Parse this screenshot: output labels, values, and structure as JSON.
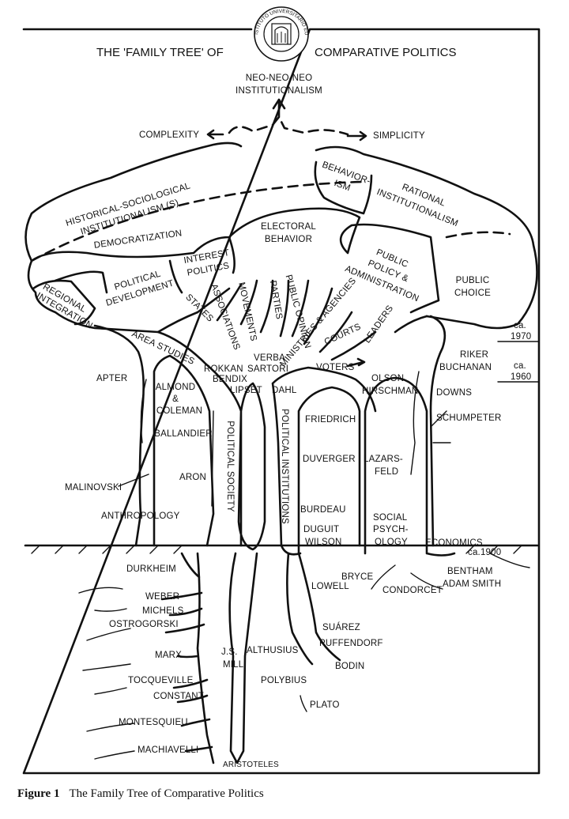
{
  "title": {
    "left": "THE 'FAMILY TREE' OF",
    "right": "COMPARATIVE POLITICS"
  },
  "seal_text": "ISTITUTO UNIVERSITARIO EUROPEO",
  "top": {
    "line1": "NEO-NEO-NEO",
    "line2": "INSTITUTIONALISM",
    "complexity": "COMPLEXITY",
    "simplicity": "SIMPLICITY"
  },
  "canopy": {
    "hsi1": "HISTORICAL-SOCIOLOGICAL",
    "hsi2": "INSTITUTIONALISM (S)",
    "democratization": "DEMOCRATIZATION",
    "beh1": "BEHAVIOR-",
    "beh2": "ISM",
    "ri1": "RATIONAL",
    "ri2": "INSTITUTIONALISM",
    "elec1": "ELECTORAL",
    "elec2": "BEHAVIOR",
    "ip1": "INTEREST",
    "ip2": "POLITICS",
    "pd1": "POLITICAL",
    "pd2": "DEVELOPMENT",
    "ppa1": "PUBLIC",
    "ppa2": "POLICY &",
    "ppa3": "ADMINISTRATION",
    "pc1": "PUBLIC",
    "pc2": "CHOICE",
    "ri_a": "REGIONAL",
    "ri_b": "INTEGRATION"
  },
  "branches": {
    "states": "STATES",
    "associations": "ASSOCIATIONS",
    "movements": "MOVEMENTS",
    "parties": "PARTIES",
    "public_opinion": "PUBLIC OPINION",
    "ministries": "MINISTRIES & AGENCIES",
    "courts": "COURTS",
    "leaders": "LEADERS",
    "voters": "VOTERS",
    "area_studies": "AREA STUDIES"
  },
  "dates": {
    "ca1970a": "ca.",
    "ca1970b": "1970",
    "ca1960a": "ca.",
    "ca1960b": "1960",
    "ca1900": "ca.1900"
  },
  "names": {
    "apter": "APTER",
    "almond1": "ALMOND",
    "almond2": "&",
    "almond3": "COLEMAN",
    "ballandier": "BALLANDIER",
    "aron": "ARON",
    "malinovski": "MALINOVSKI",
    "anthropology": "ANTHROPOLOGY",
    "rokkan": "ROKKAN",
    "bendix": "BENDIX",
    "lipset": "LIPSET",
    "verba": "VERBA",
    "sartori": "SARTORI",
    "dahl": "DAHL",
    "political_society": "POLITICAL SOCIETY",
    "political_institutions": "POLITICAL INSTITUTIONS",
    "riker": "RIKER",
    "buchanan": "BUCHANAN",
    "downs": "DOWNS",
    "schumpeter": "SCHUMPETER",
    "olson": "OLSON",
    "hirschman": "HIRSCHMAN",
    "friedrich": "FRIEDRICH",
    "duverger": "DUVERGER",
    "lazars1": "LAZARS-",
    "lazars2": "FELD",
    "burdeau": "BURDEAU",
    "duguit": "DUGUIT",
    "wilson": "WILSON",
    "sp1": "SOCIAL",
    "sp2": "PSYCH-",
    "sp3": "OLOGY",
    "economics": "ECONOMICS",
    "durkheim": "DURKHEIM",
    "weber": "WEBER",
    "michels": "MICHELS",
    "ostrogorski": "OSTROGORSKI",
    "marx": "MARX",
    "tocqueville": "TOCQUEVILLE",
    "constant": "CONSTANT",
    "montesquieu": "MONTESQUIEU",
    "machiavelli": "MACHIAVELLI",
    "aristoteles": "ARISTOTELES",
    "js": "J.S.",
    "mill": "MILL",
    "althusius": "ALTHUSIUS",
    "polybius": "POLYBIUS",
    "plato": "PLATO",
    "bodin": "BODIN",
    "puffendorf": "PUFFENDORF",
    "suarez": "SUÁREZ",
    "lowell": "LOWELL",
    "bryce": "BRYCE",
    "condorcet": "CONDORCET",
    "bentham": "BENTHAM",
    "adam_smith": "ADAM SMITH"
  },
  "caption": {
    "label": "Figure 1",
    "text": "The Family Tree of Comparative Politics"
  }
}
